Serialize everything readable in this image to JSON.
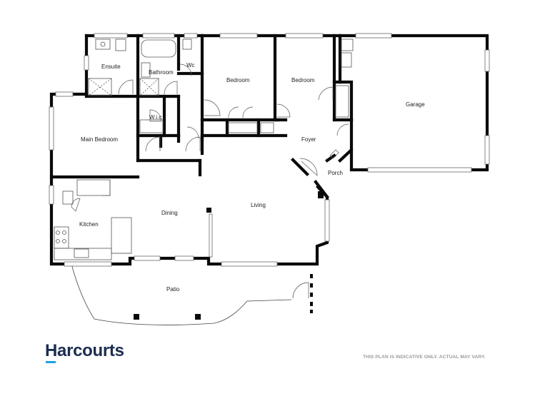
{
  "rooms": {
    "ensuite": "Ensuite",
    "bathroom": "Bathroom",
    "wc": "Wc",
    "bedroom_1": "Bedroom",
    "bedroom_2": "Bedroom",
    "garage": "Garage",
    "wic": "W.i.c",
    "main_bedroom": "Main Bedroom",
    "foyer": "Foyer",
    "porch": "Porch",
    "dining": "Dining",
    "living": "Living",
    "kitchen": "Kitchen",
    "patio": "Patio"
  },
  "footer": {
    "brand": "Harcourts",
    "disclaimer": "THIS PLAN IS INDICATIVE ONLY. ACTUAL MAY VARY."
  },
  "colors": {
    "wall": "#0a0a0a",
    "brand": "#1b2d4f",
    "brand_accent": "#1aa4e4",
    "disclaimer": "#9a9a9a"
  }
}
